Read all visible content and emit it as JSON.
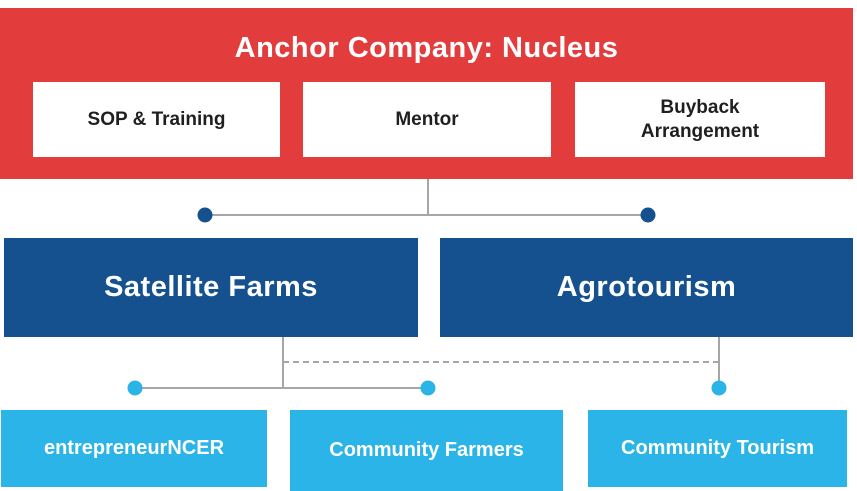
{
  "anchor": {
    "title": "Anchor Company: Nucleus",
    "items": [
      {
        "label": "SOP & Training"
      },
      {
        "label": "Mentor"
      },
      {
        "label": "Buyback Arrangement"
      }
    ]
  },
  "level2": [
    {
      "label": "Satellite Farms"
    },
    {
      "label": "Agrotourism"
    }
  ],
  "level3": [
    {
      "label": "entrepreneurNCER"
    },
    {
      "label": "Community Farmers"
    },
    {
      "label": "Community Tourism"
    }
  ],
  "colors": {
    "banner_red": "#e23c3c",
    "navy_blue": "#15518f",
    "light_blue": "#2ab4e8",
    "connector_gray": "#a6a6a6",
    "box_text_dark": "#1f1f1f",
    "text_white": "#ffffff"
  }
}
